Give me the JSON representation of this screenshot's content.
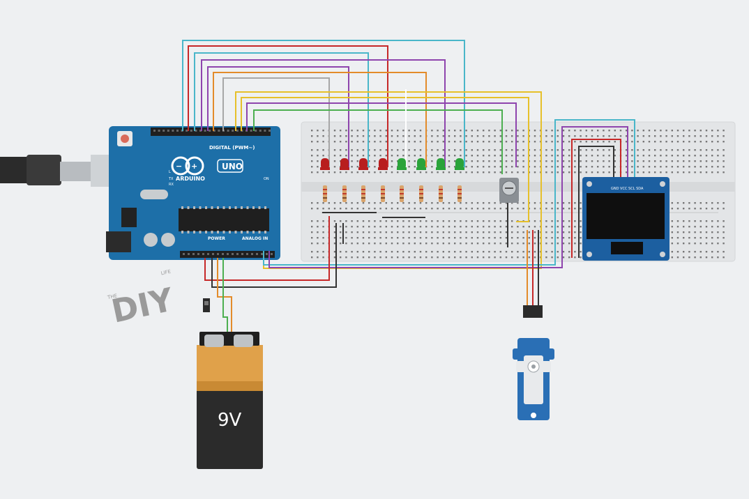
{
  "arduino": {
    "brand": "ARDUINO",
    "model": "UNO",
    "digital_label": "DIGITAL (PWM~)",
    "power_label": "POWER",
    "analog_label": "ANALOG IN",
    "on_label": "ON",
    "tx_label": "TX",
    "rx_label": "RX",
    "l_label": "L"
  },
  "battery": {
    "voltage_label": "9V"
  },
  "logo": {
    "text": "DIY",
    "small_the": "THE",
    "small_life": "LIFE"
  },
  "oled": {
    "header_label": "GND VCC SCL SDA"
  },
  "components": {
    "leds": [
      {
        "color": "#b81e1e"
      },
      {
        "color": "#b81e1e"
      },
      {
        "color": "#b81e1e"
      },
      {
        "color": "#b81e1e"
      },
      {
        "color": "#2aa33a"
      },
      {
        "color": "#2aa33a"
      },
      {
        "color": "#2aa33a"
      },
      {
        "color": "#2aa33a"
      }
    ]
  },
  "colors": {
    "board": "#1d6fa8",
    "background": "#eef0f2",
    "breadboard": "#e3e5e7",
    "wire_red": "#c62828",
    "wire_green": "#4caf50",
    "wire_cyan": "#49b6c9",
    "wire_purple": "#8e44ad",
    "wire_yellow": "#e6c02a",
    "wire_orange": "#e38b2a",
    "wire_black": "#333333",
    "battery_orange": "#e0a14a"
  }
}
